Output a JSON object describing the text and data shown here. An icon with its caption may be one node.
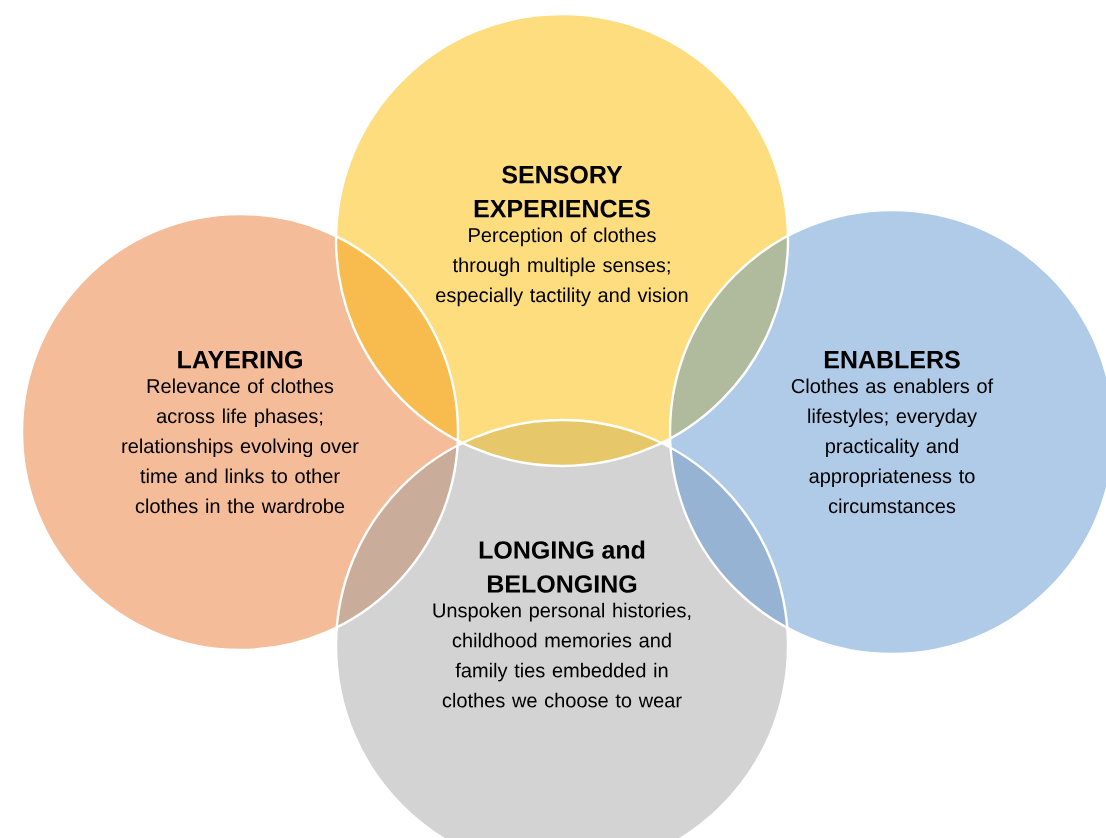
{
  "diagram": {
    "nodes": [
      {
        "text": [
          "SENSORY EXPERIENCES",
          "Perception of clothes through multiple senses; especially tactility and vision"
        ]
      },
      {
        "text": [
          "LAYERING",
          "Relevance of clothes across life phases; relationships evolving over time and links to other clothes in the wardrobe"
        ]
      },
      {
        "text": [
          "ENABLERS",
          "Clothes as enablers of lifestyles; everyday practicality and appropriateness to circumstances"
        ]
      },
      {
        "text": [
          "LONGING and BELONGING",
          "Unspoken personal histories, childhood memories and family ties embedded in clothes we choose to wear"
        ]
      }
    ]
  }
}
